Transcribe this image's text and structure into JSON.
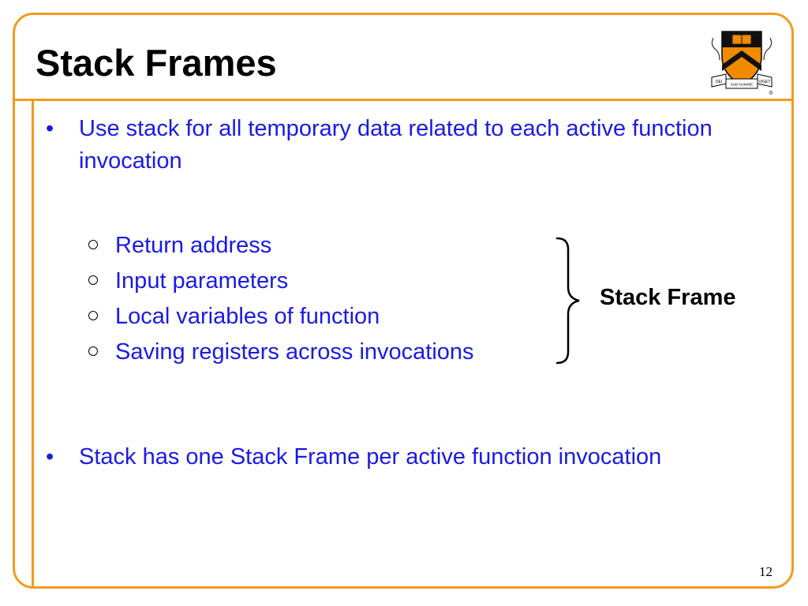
{
  "slide": {
    "title": "Stack Frames",
    "accent_color": "#f39a1f",
    "text_color": "#1a1ae6",
    "logo": {
      "icon": "princeton-shield-logo-icon",
      "ribbon_left": "DEI",
      "ribbon_middle": "SUB NUMINE",
      "ribbon_right": "VIGET",
      "registered_mark": "®"
    },
    "bullets": [
      {
        "marker": "•",
        "text": "Use stack for all temporary data related to each active function invocation"
      },
      {
        "marker": "•",
        "text": "Stack has one Stack Frame per active function invocation"
      }
    ],
    "sub_items": [
      {
        "text": "Return address"
      },
      {
        "text": "Input parameters"
      },
      {
        "text": "Local variables of function"
      },
      {
        "text": "Saving registers across invocations"
      }
    ],
    "brace_label": "Stack Frame",
    "page_number": "12"
  }
}
